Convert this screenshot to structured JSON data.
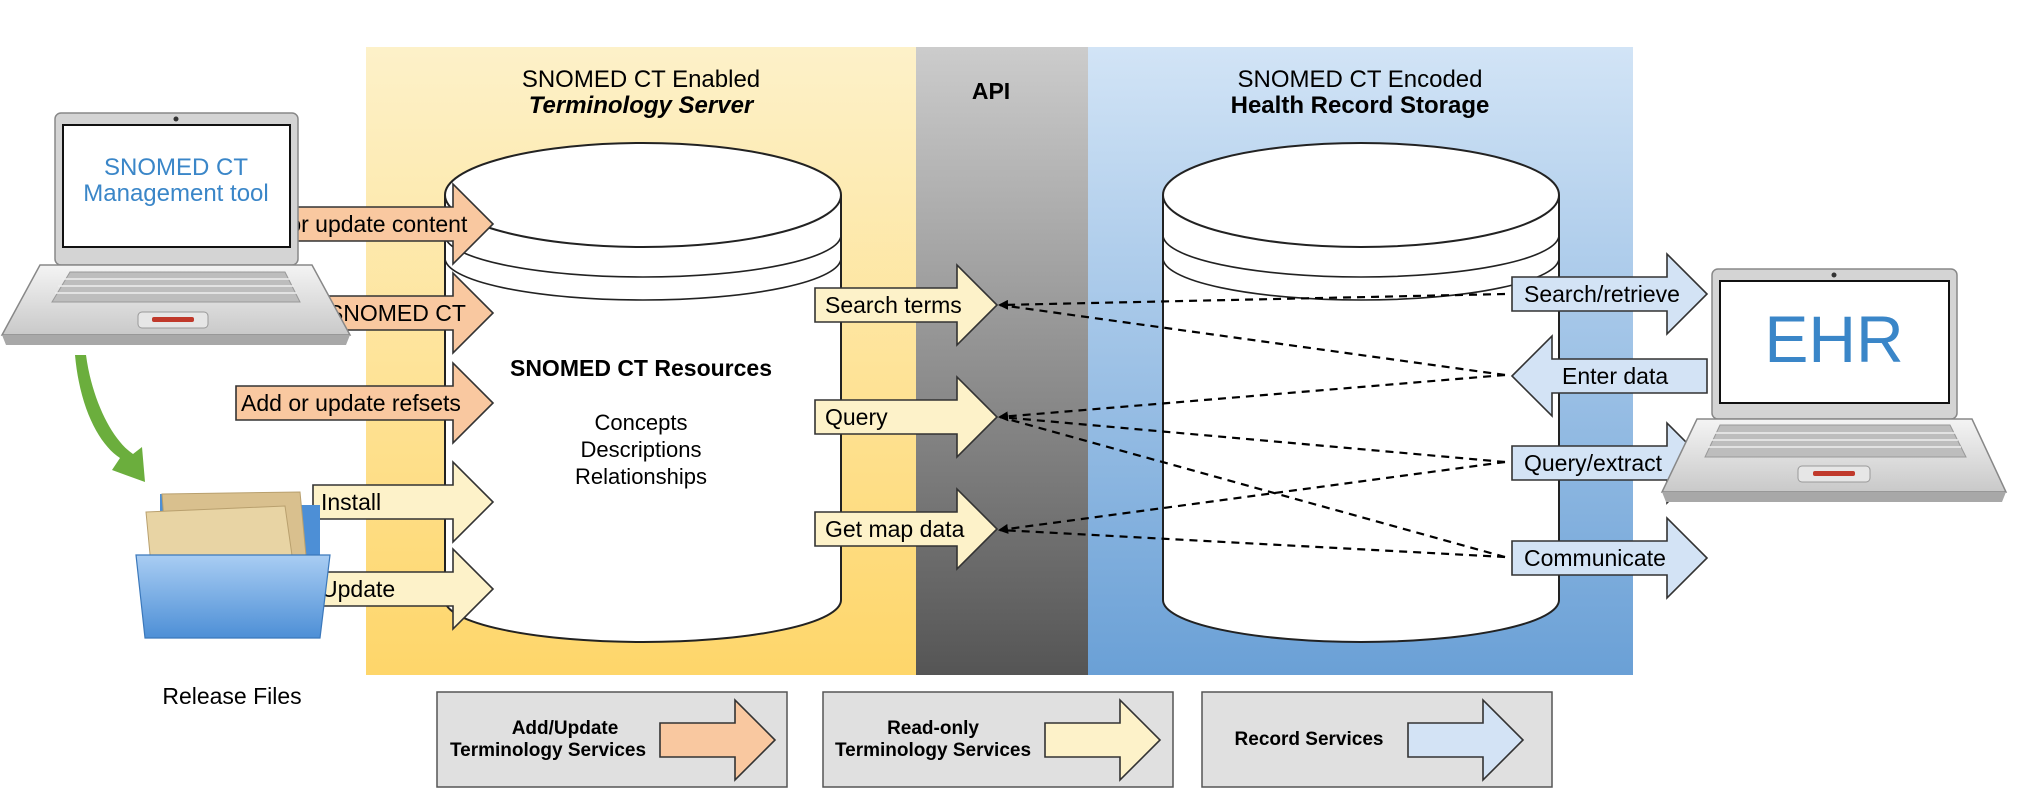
{
  "terminology_server": {
    "title_line1": "SNOMED CT Enabled",
    "title_line2": "Terminology Server",
    "db_title": "SNOMED CT Resources",
    "db_items": [
      "Concepts",
      "Descriptions",
      "Relationships"
    ]
  },
  "api": {
    "title": "API"
  },
  "health_record": {
    "title_line1": "SNOMED CT Encoded",
    "title_line2": "Health Record Storage"
  },
  "management_tool": {
    "screen_line1": "SNOMED CT",
    "screen_line2": "Management tool"
  },
  "ehr_laptop": {
    "screen_text": "EHR"
  },
  "release_files": {
    "label": "Release Files"
  },
  "add_update_arrows": [
    "Add or update content",
    "Classify SNOMED CT",
    "Add or update refsets"
  ],
  "release_arrows": [
    "Install",
    "Update"
  ],
  "readonly_arrows": [
    "Search terms",
    "Query",
    "Get map data"
  ],
  "record_arrows": [
    "Search/retrieve",
    "Enter data",
    "Query/extract",
    "Communicate"
  ],
  "legend": [
    {
      "line1": "Add/Update",
      "line2": "Terminology Services",
      "color": "#f9c8a0"
    },
    {
      "line1": "Read-only",
      "line2": "Terminology Services",
      "color": "#fdf2c9"
    },
    {
      "line1": "Record Services",
      "line2": "",
      "color": "#d3e3f5"
    }
  ],
  "colors": {
    "add_update": "#f9c8a0",
    "read_only": "#fdf2c9",
    "record": "#d3e3f5",
    "terminology_panel_top": "#fdf0c5",
    "terminology_panel_bottom": "#fed66a",
    "api_top": "#c9c9c9",
    "api_bottom": "#5a5a5a",
    "record_panel_top": "#cfe1f5",
    "record_panel_bottom": "#6ea2d8",
    "screen_text_blue": "#3a86c8",
    "folder_arrow_green": "#6bae3d"
  }
}
